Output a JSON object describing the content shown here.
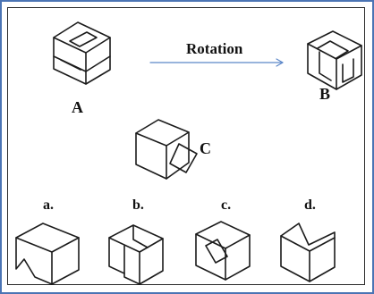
{
  "labels": {
    "rotation": "Rotation",
    "figure_a": "A",
    "figure_b": "B",
    "figure_c": "C"
  },
  "options": [
    "a.",
    "b.",
    "c.",
    "d."
  ],
  "colors": {
    "frame": "#4b74b4",
    "arrow": "#5b86c8",
    "ink": "#1b1b1b"
  }
}
